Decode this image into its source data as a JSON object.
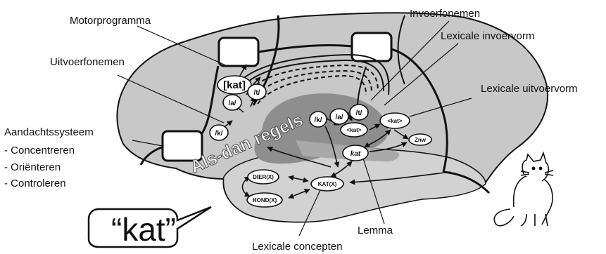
{
  "labels": {
    "motorprogramma": "Motorprogramma",
    "uitvoerfonemen": "Uitvoerfonemen",
    "aandachtssysteem": "Aandachtssysteem",
    "concentreren": "- Concentreren",
    "orienteren": "- Oriënteren",
    "controleren": "- Controleren",
    "invoerfonemen": "Invoerfonemen",
    "lexicale_invoervorm": "Lexicale invoervorm",
    "lexicale_uitvoervorm": "Lexicale uitvoervorm",
    "lemma": "Lemma",
    "lexicale_concepten": "Lexicale concepten",
    "als_dan_regels": "Als-dan regels"
  },
  "nodes": {
    "kat_motor": "[kat]",
    "out_t": "/t/",
    "out_a": "/a/",
    "out_k": "/k/",
    "in_k": "/k/",
    "in_a": "/a/",
    "in_t": "/t/",
    "kat_in": "<kat>",
    "kat_out": "<kat>",
    "znw": "Znw",
    "lemma_kat": "kat",
    "dier": "DIER(X)",
    "kat_concept": "KAT(X)",
    "hond": "HOND(X)"
  },
  "speech": "“kat”",
  "colors": {
    "brain": "#c8c8c8",
    "lower_region": "#d2d2d2",
    "rules_region": "#8e8e8e",
    "stroke": "#111111"
  }
}
